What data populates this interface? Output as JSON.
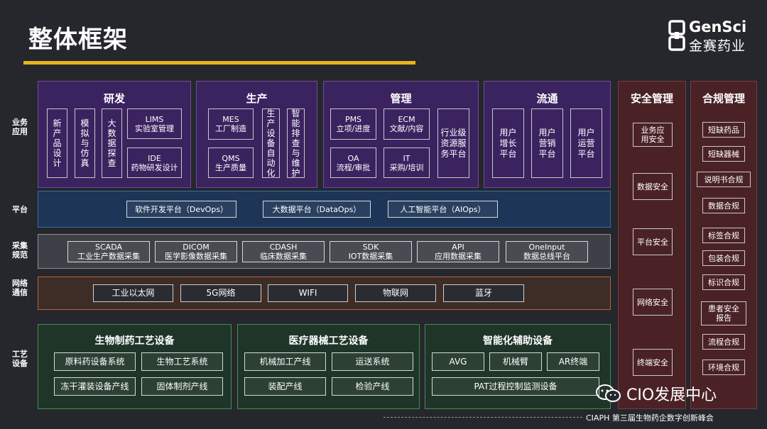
{
  "title": "整体框架",
  "logo": {
    "en": "GenSci",
    "cn": "金赛药业"
  },
  "row_labels": {
    "business": "业务\n应用",
    "platform": "平台",
    "collect": "采集\n规范",
    "network": "网络\n通信",
    "equipment": "工艺\n设备"
  },
  "rd": {
    "title": "研发",
    "v1": "新产品设计",
    "v2": "模拟与仿真",
    "v3": "大数据探查",
    "lims": "LIMS\n实验室管理",
    "ide": "IDE\n药物研发设计"
  },
  "prod": {
    "title": "生产",
    "mes": "MES\n工厂制造",
    "qms": "QMS\n生产质量",
    "v1": "生产设备自动化",
    "v2": "智能排查与维护"
  },
  "mgmt": {
    "title": "管理",
    "pms": "PMS\n立项/进度",
    "ecm": "ECM\n文献/内容",
    "oa": "OA\n流程/审批",
    "it": "IT\n采购/培训",
    "ind": "行业级\n资源服\n务平台"
  },
  "circ": {
    "title": "流通",
    "b1": "用户\n增长\n平台",
    "b2": "用户\n营销\n平台",
    "b3": "用户\n运营\n平台"
  },
  "platform": [
    "软件开发平台（DevOps）",
    "大数据平台（DataOps）",
    "人工智能平台（AIOps）"
  ],
  "collect": [
    {
      "en": "SCADA",
      "cn": "工业生产数据采集"
    },
    {
      "en": "DICOM",
      "cn": "医学影像数据采集"
    },
    {
      "en": "CDASH",
      "cn": "临床数据采集"
    },
    {
      "en": "SDK",
      "cn": "IOT数据采集"
    },
    {
      "en": "API",
      "cn": "应用数据采集"
    },
    {
      "en": "OneInput",
      "cn": "数据总线平台"
    }
  ],
  "network": [
    "工业以太网",
    "5G网络",
    "WIFI",
    "物联网",
    "蓝牙"
  ],
  "bio": {
    "title": "生物制药工艺设备",
    "items": [
      "原料药设备系统",
      "生物工艺系统",
      "冻干灌装设备产线",
      "固体制剂产线"
    ]
  },
  "med": {
    "title": "医疗器械工艺设备",
    "items": [
      "机械加工产线",
      "运送系统",
      "装配产线",
      "检验产线"
    ]
  },
  "smart": {
    "title": "智能化辅助设备",
    "items": [
      "AVG",
      "机械臂",
      "AR终端",
      "PAT过程控制监测设备"
    ]
  },
  "security": {
    "title": "安全管理",
    "items": [
      "业务应\n用安全",
      "数据安全",
      "平台安全",
      "网络安全",
      "终端安全"
    ]
  },
  "compliance": {
    "title": "合规管理",
    "items": [
      "短缺药品",
      "短缺器械",
      "说明书合规",
      "数据合规",
      "标签合规",
      "包装合规",
      "标识合规",
      "患者安全\n报告",
      "流程合规",
      "环境合规"
    ]
  },
  "watermark": "CIO发展中心",
  "footer": "CIAPH 第三届生物药企数字创新峰会"
}
